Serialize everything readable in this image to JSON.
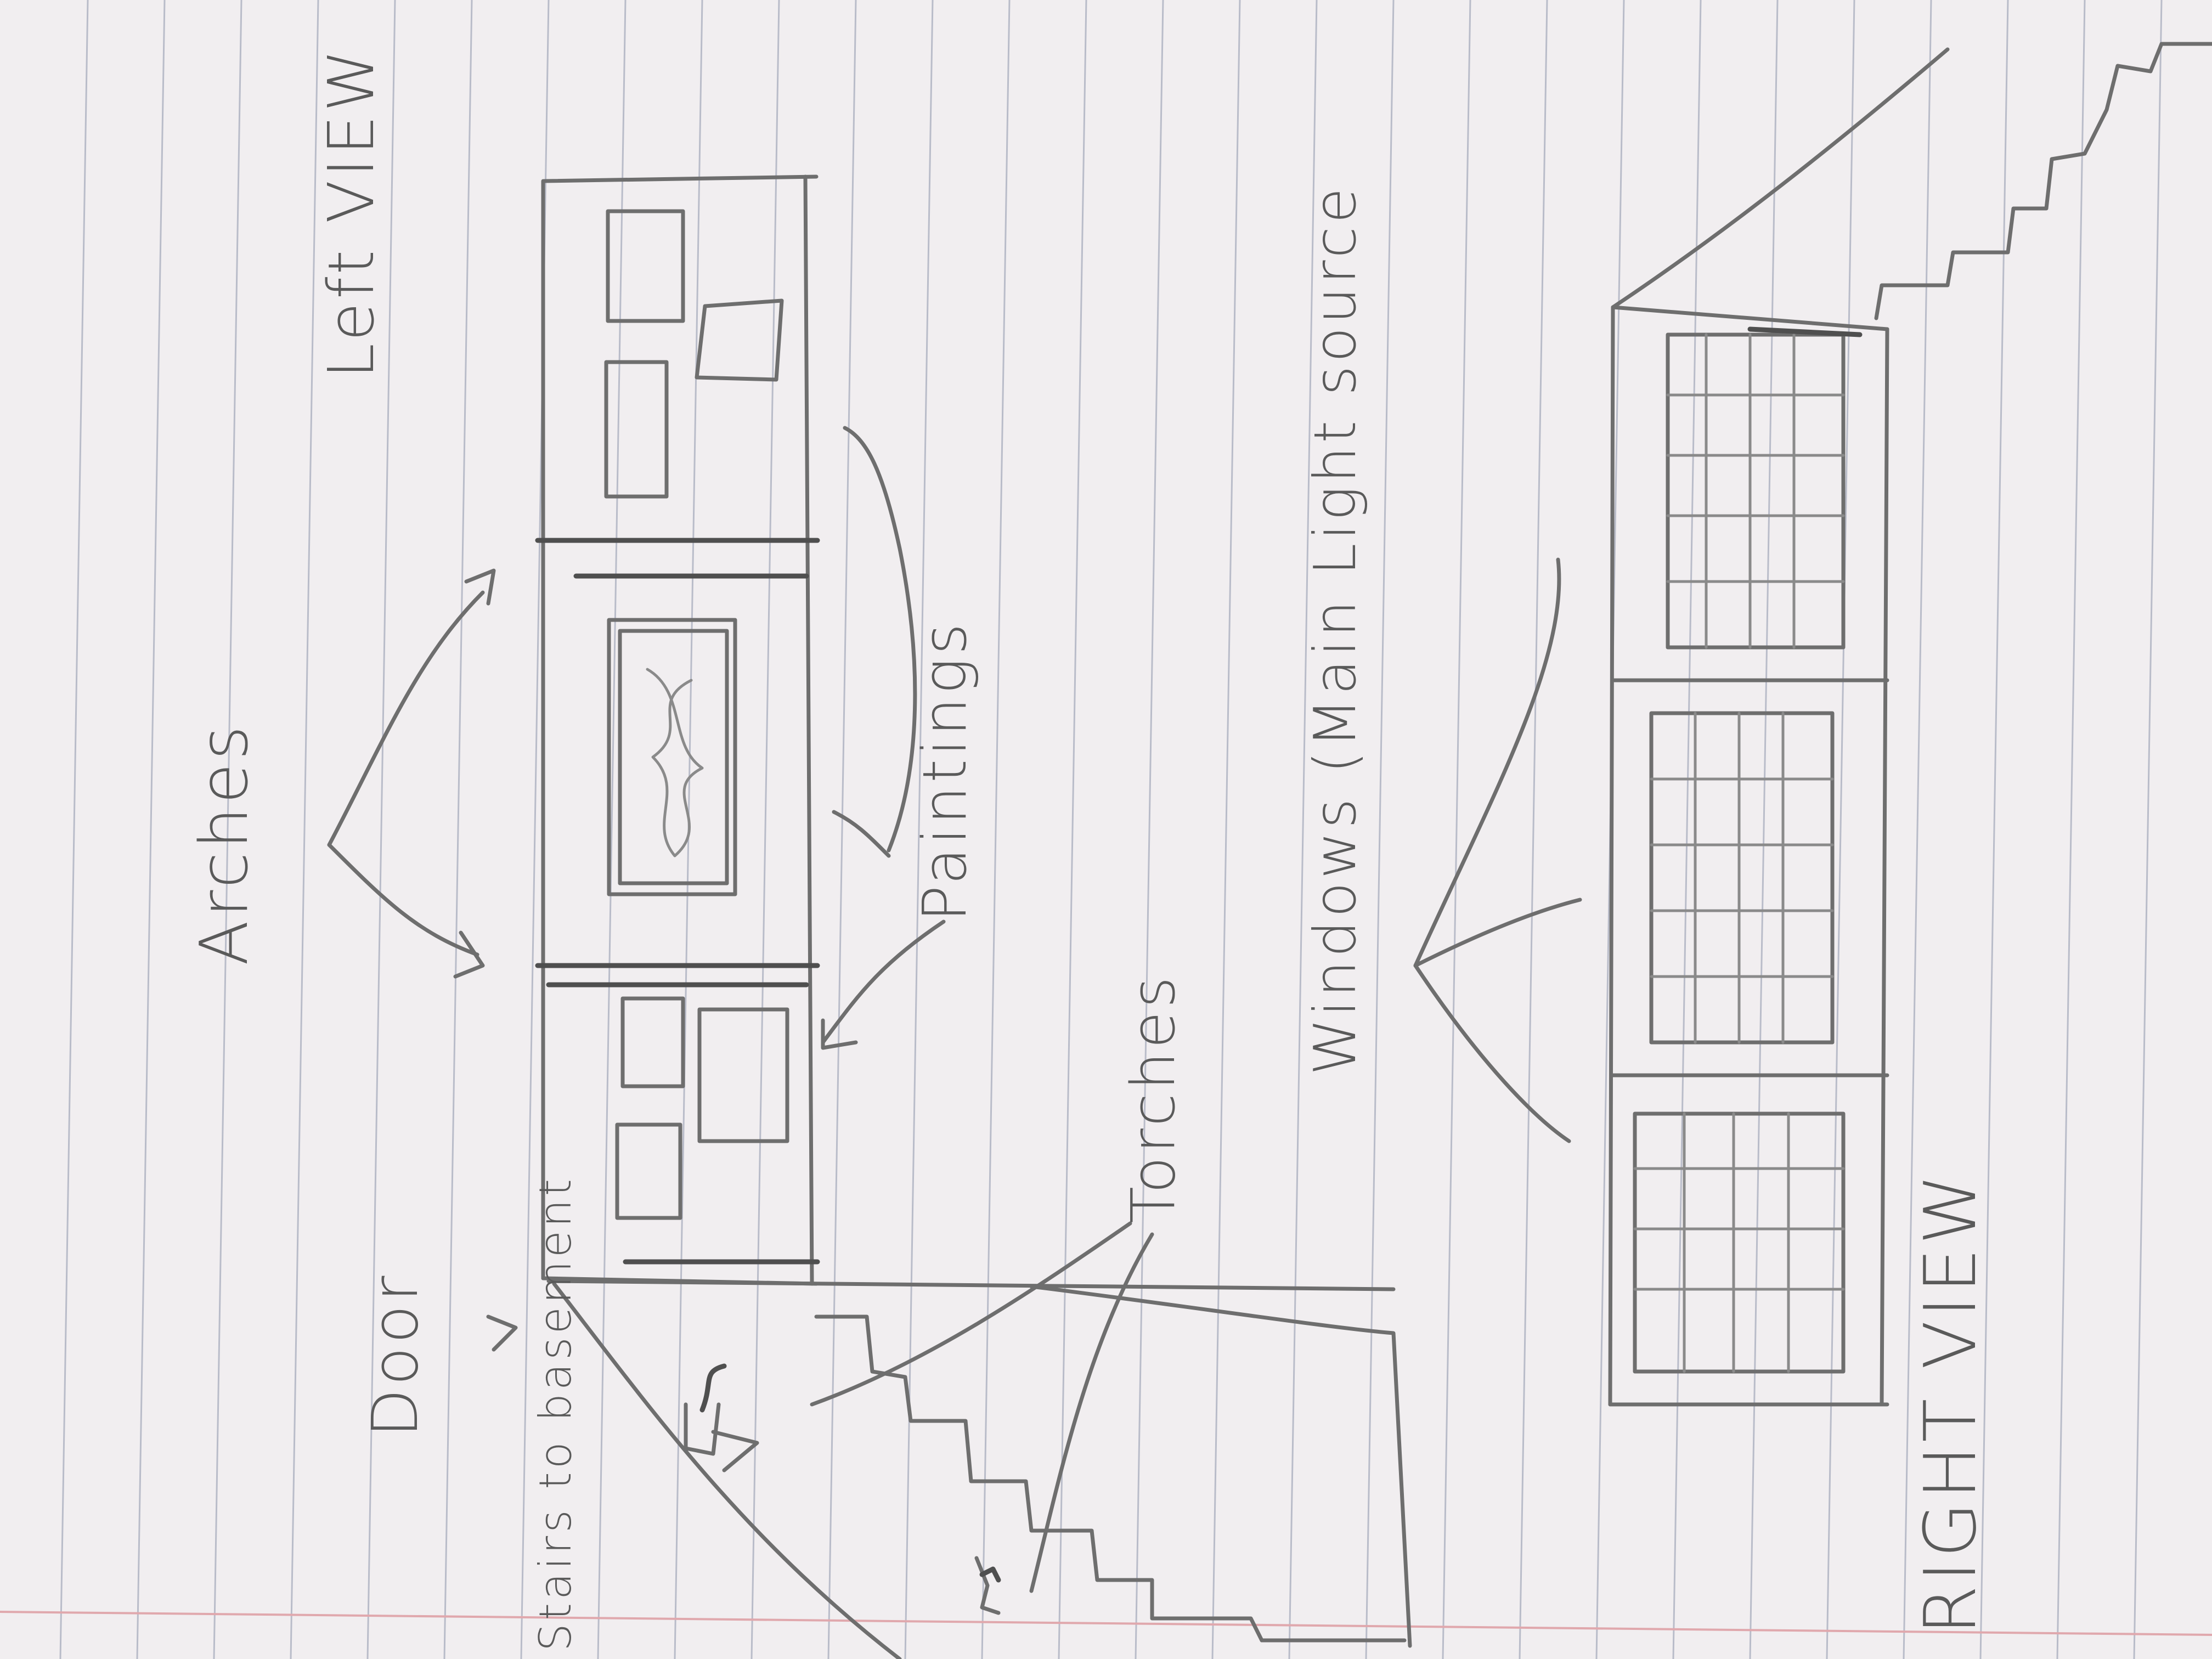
{
  "labels": {
    "arches": "Arches",
    "left_view": "Left VIEW",
    "paintings": "Paintings",
    "torches": "Torches",
    "door": "Door",
    "stairs_to_basement": "Stairs to basement",
    "windows_main_light_source": "Windows (Main Light source",
    "right_view": "RIGHT VIEW"
  },
  "colors": {
    "paper": "#f1eef0",
    "ruled_lines": "#b9bcc9",
    "margin_line": "#e0a8ad",
    "pencil": "#6e6e6e"
  }
}
